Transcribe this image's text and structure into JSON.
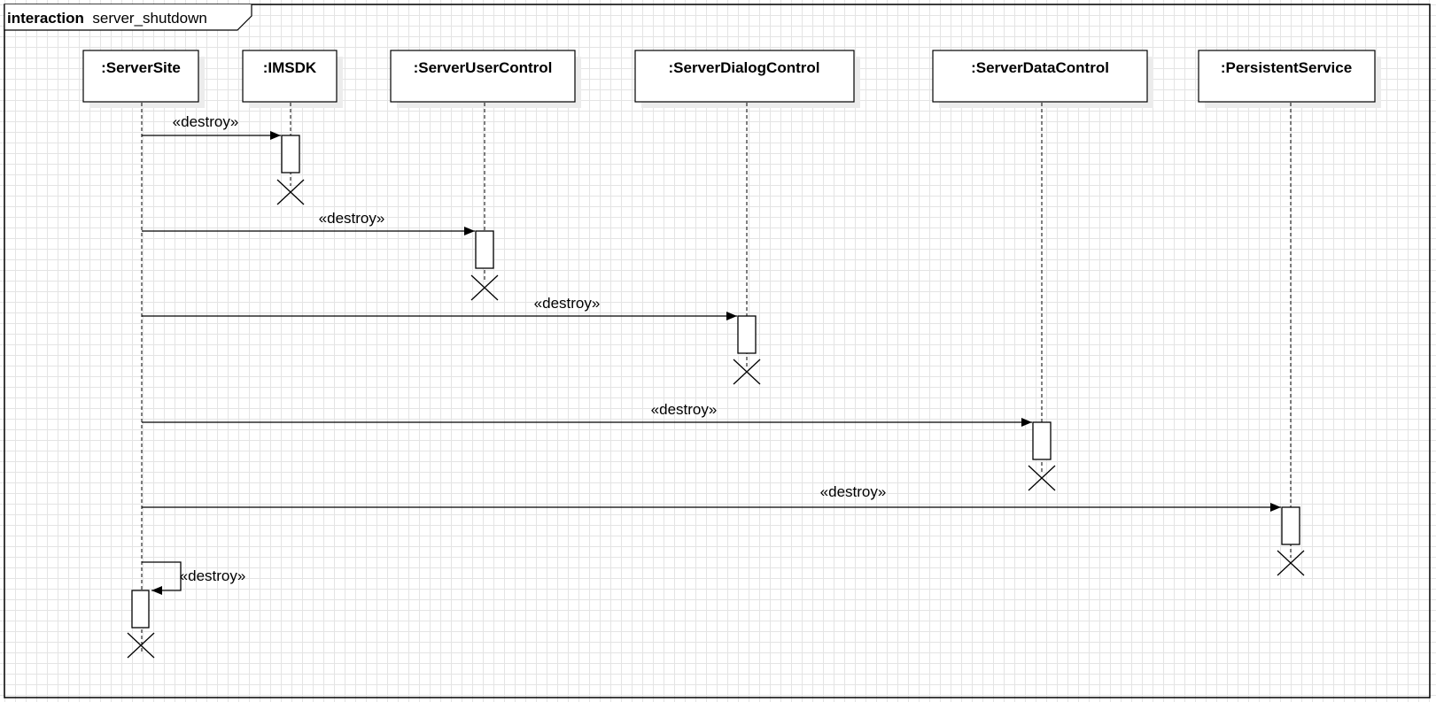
{
  "frame": {
    "keyword": "interaction",
    "name": "server_shutdown"
  },
  "lifelines": [
    {
      "id": "serversite",
      "label": ":ServerSite"
    },
    {
      "id": "imsdk",
      "label": ":IMSDK"
    },
    {
      "id": "serverusercontrol",
      "label": ":ServerUserControl"
    },
    {
      "id": "serverdialogcontrol",
      "label": ":ServerDialogControl"
    },
    {
      "id": "serverdatacontrol",
      "label": ":ServerDataControl"
    },
    {
      "id": "persistentservice",
      "label": ":PersistentService"
    }
  ],
  "messages": [
    {
      "from": "serversite",
      "to": "imsdk",
      "label": "«destroy»"
    },
    {
      "from": "serversite",
      "to": "serverusercontrol",
      "label": "«destroy»"
    },
    {
      "from": "serversite",
      "to": "serverdialogcontrol",
      "label": "«destroy»"
    },
    {
      "from": "serversite",
      "to": "serverdatacontrol",
      "label": "«destroy»"
    },
    {
      "from": "serversite",
      "to": "persistentservice",
      "label": "«destroy»"
    },
    {
      "from": "serversite",
      "to": "serversite",
      "label": "«destroy»"
    }
  ]
}
